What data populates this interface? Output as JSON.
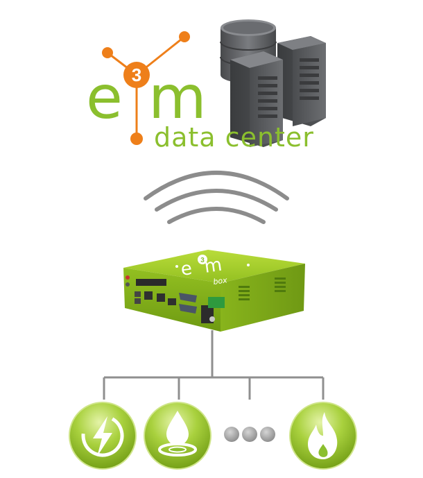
{
  "logo": {
    "brand_e": "e",
    "brand_sup": "3",
    "brand_m": "m",
    "tagline": "data center"
  },
  "box": {
    "brand_e": "e",
    "brand_sup": "3",
    "brand_m": "m",
    "sub": "box"
  },
  "colors": {
    "brand_green": "#8bbf2e",
    "brand_orange": "#ee7f1a",
    "server_gray": "#5b5d60",
    "wifi_gray": "#8c8c8c",
    "line_gray": "#8f8f8f",
    "box_green": "#a9cf2c"
  },
  "devices": [
    {
      "icon": "electricity-icon"
    },
    {
      "icon": "water-drop-icon"
    },
    {
      "icon": "more-dots-icon"
    },
    {
      "icon": "gas-flame-icon"
    }
  ]
}
